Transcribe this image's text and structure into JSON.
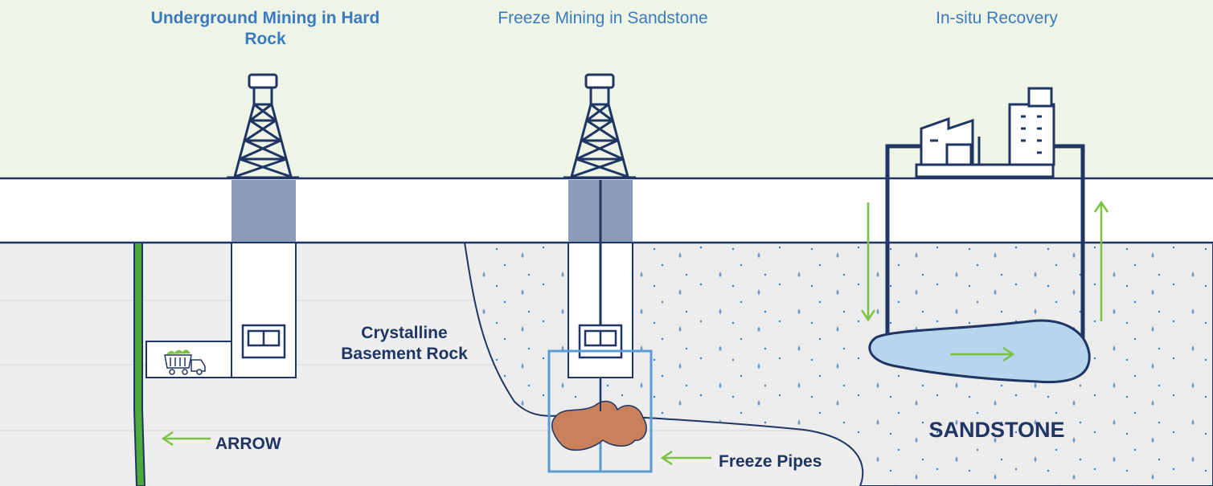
{
  "columns": {
    "underground": {
      "title": "Underground Mining in Hard Rock"
    },
    "freeze": {
      "title": "Freeze Mining in Sandstone"
    },
    "isr": {
      "title": "In-situ Recovery"
    }
  },
  "labels": {
    "crystalline": "Crystalline Basement Rock",
    "arrow": "ARROW",
    "freeze_pipes": "Freeze Pipes",
    "sandstone": "SANDSTONE"
  },
  "colors": {
    "sky": "#eef5e6",
    "ground": "#efefef",
    "navy": "#1f3563",
    "accent_blue": "#3a7bbf",
    "green_arrow": "#7cc242",
    "shaft_fill": "#8a9bb8",
    "ore": "#c8815a",
    "water": "#b7d5ec",
    "fault_green": "#4daa3a"
  }
}
